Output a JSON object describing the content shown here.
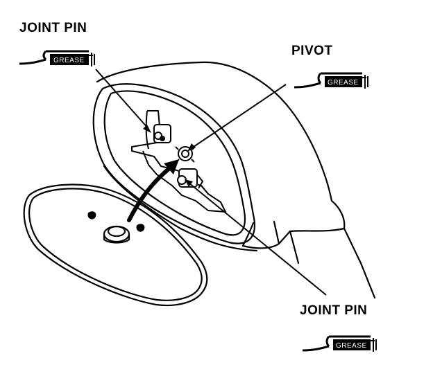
{
  "labels": {
    "joint_pin_top": "JOINT PIN",
    "pivot": "PIVOT",
    "joint_pin_bottom": "JOINT PIN"
  },
  "grease_tube": {
    "text": "GREASE",
    "icon": "grease-tube-icon"
  },
  "colors": {
    "ink": "#000000",
    "paper": "#ffffff"
  }
}
